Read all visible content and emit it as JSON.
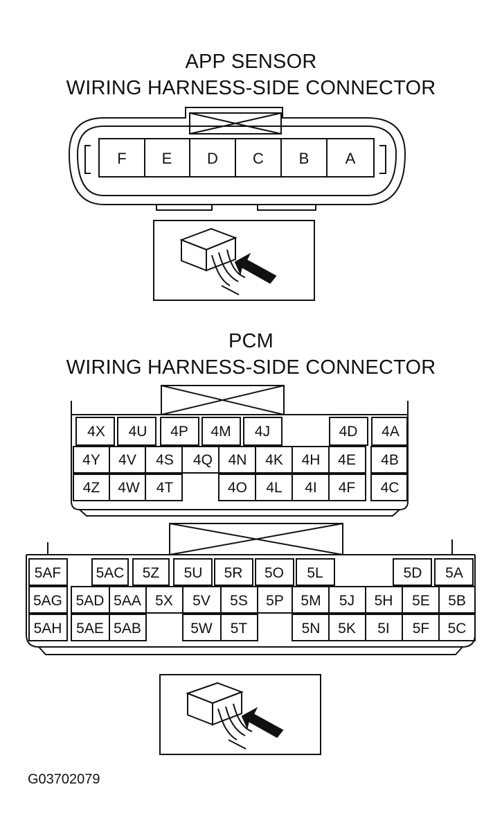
{
  "app_sensor": {
    "title_line1": "APP SENSOR",
    "title_line2": "WIRING HARNESS-SIDE CONNECTOR",
    "pins": [
      "F",
      "E",
      "D",
      "C",
      "B",
      "A"
    ]
  },
  "pcm": {
    "title_line1": "PCM",
    "title_line2": "WIRING HARNESS-SIDE CONNECTOR",
    "connector_4": {
      "row1": [
        "4X",
        "4U",
        "4P",
        "4M",
        "4J",
        "4D",
        "4A"
      ],
      "row2": [
        "4Y",
        "4V",
        "4S",
        "4Q",
        "4N",
        "4K",
        "4H",
        "4E",
        "4B"
      ],
      "row3": [
        "4Z",
        "4W",
        "4T",
        "4O",
        "4L",
        "4I",
        "4F",
        "4C"
      ]
    },
    "connector_5": {
      "row1": [
        "5AF",
        "5AC",
        "5Z",
        "5U",
        "5R",
        "5O",
        "5L",
        "5D",
        "5A"
      ],
      "row2": [
        "5AG",
        "5AD",
        "5AA",
        "5X",
        "5V",
        "5S",
        "5P",
        "5M",
        "5J",
        "5H",
        "5E",
        "5B"
      ],
      "row3": [
        "5AH",
        "5AE",
        "5AB",
        "5W",
        "5T",
        "5N",
        "5K",
        "5I",
        "5F",
        "5C"
      ]
    }
  },
  "figure_code": "G03702079"
}
